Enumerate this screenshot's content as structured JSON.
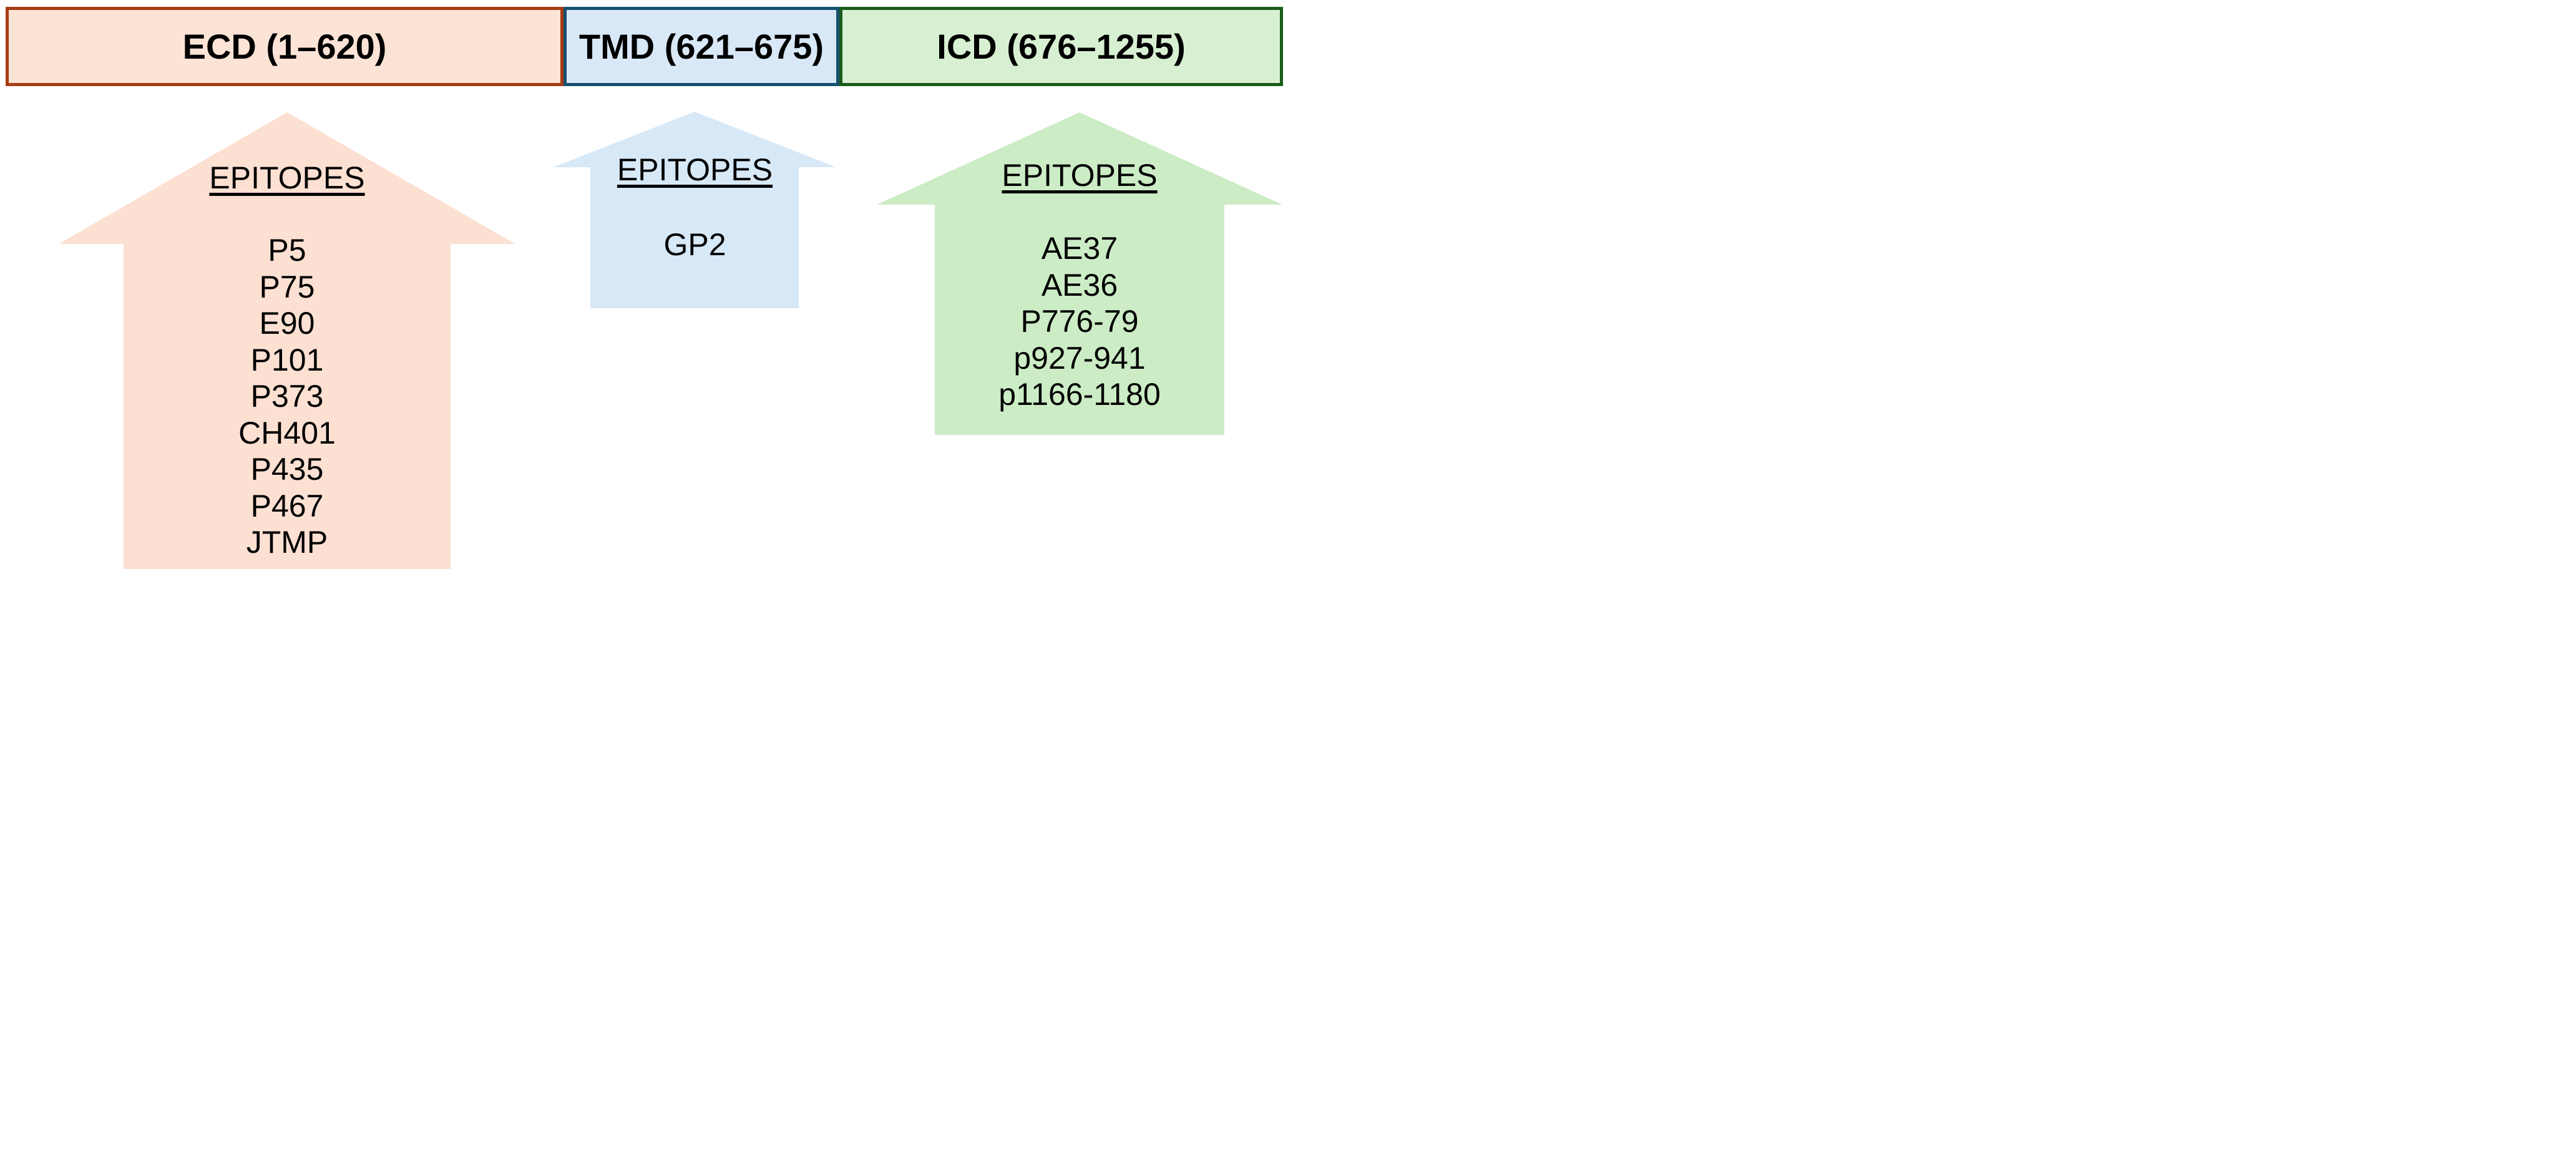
{
  "figure": {
    "background": "#ffffff",
    "description_colors": {
      "ecd_fill": "#FBE3D5",
      "ecd_border": "#A53D13",
      "ecd_arrow_fill": "#FCE0D2",
      "tmd_fill": "#D9E8F6",
      "tmd_border": "#16506F",
      "tmd_arrow_fill": "#D7E8F7",
      "icd_fill": "#D8F0D2",
      "icd_border": "#1A5C1A",
      "icd_arrow_fill": "#CCECC5",
      "text": "#000000"
    }
  },
  "domains": [
    {
      "id": "ecd",
      "label": "ECD (1–620)",
      "epitopes_title": "EPITOPES",
      "epitopes": [
        "P5",
        "P75",
        "E90",
        "P101",
        "P373",
        "CH401",
        "P435",
        "P467",
        "JTMP"
      ]
    },
    {
      "id": "tmd",
      "label": "TMD (621–675)",
      "epitopes_title": "EPITOPES",
      "epitopes": [
        "GP2"
      ]
    },
    {
      "id": "icd",
      "label": "ICD (676–1255)",
      "epitopes_title": "EPITOPES",
      "epitopes": [
        "AE37",
        "AE36",
        "P776-79",
        "p927-941",
        "p1166-1180"
      ]
    }
  ]
}
